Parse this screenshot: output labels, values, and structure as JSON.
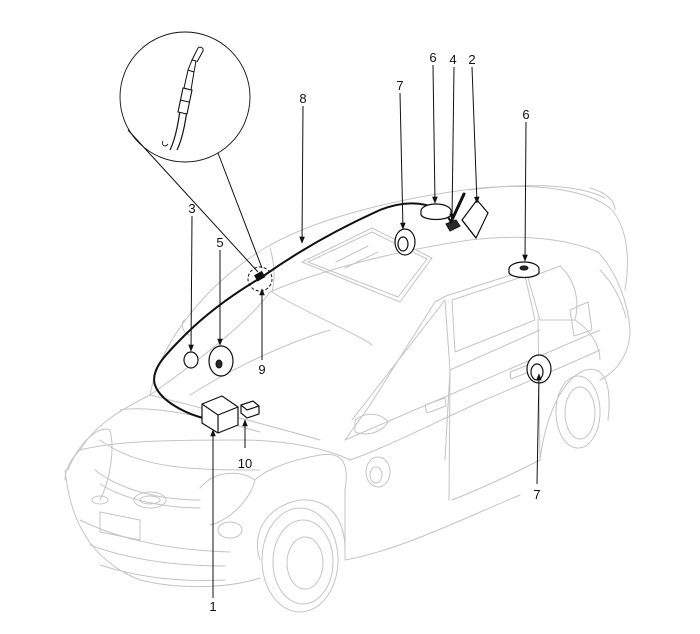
{
  "callouts": {
    "c1": "1",
    "c2": "2",
    "c3": "3",
    "c4": "4",
    "c5": "5",
    "c6a": "6",
    "c6b": "6",
    "c7a": "7",
    "c7b": "7",
    "c8": "8",
    "c9": "9",
    "c10": "10"
  }
}
